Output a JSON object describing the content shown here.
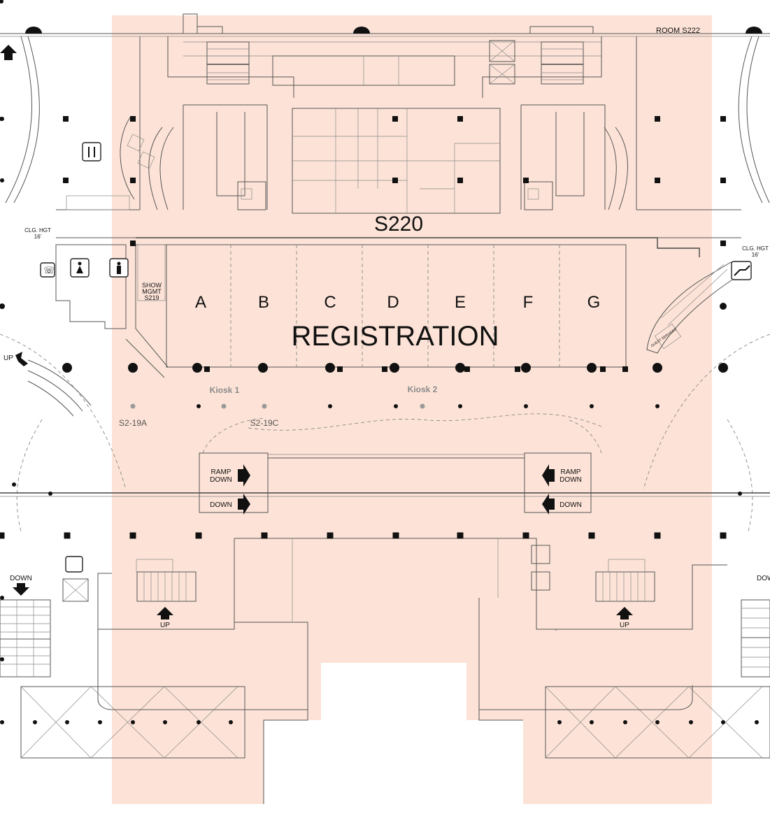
{
  "colors": {
    "highlight": "#fde3d7",
    "line": "#555555",
    "column": "#111111",
    "kiosk": "#9a9a9a"
  },
  "map": {
    "hall_name": "S220",
    "room_label": "ROOM S222",
    "registration_label": "REGISTRATION",
    "booths": [
      "A",
      "B",
      "C",
      "D",
      "E",
      "F",
      "G"
    ],
    "kiosks": [
      "Kiosk 1",
      "Kiosk 2"
    ],
    "doors": [
      "S2-19A",
      "S2-19C"
    ],
    "ceiling_height_left": {
      "line1": "CLG. HGT",
      "line2": "16'"
    },
    "ceiling_height_right": {
      "line1": "CLG. HGT",
      "line2": "16'"
    },
    "show_mgmt": {
      "line1": "SHOW",
      "line2": "MGMT",
      "line3": "S219"
    },
    "ramp_down_left": {
      "line1": "RAMP",
      "line2": "DOWN"
    },
    "ramp_down_right": {
      "line1": "RAMP",
      "line2": "DOWN"
    },
    "down_left": "DOWN",
    "down_right": "DOWN",
    "up_left_stair": "UP",
    "up_right_stair": "UP",
    "up_escalator_left": "UP",
    "down_far_left": "DOWN",
    "down_far_right": "DOW",
    "guest_services": "GUEST SERVICES",
    "icons": [
      "restaurant-icon",
      "phone-icon",
      "women-restroom-icon",
      "men-restroom-icon",
      "escalator-up-icon",
      "elevator-icon",
      "accessible-icon"
    ]
  }
}
